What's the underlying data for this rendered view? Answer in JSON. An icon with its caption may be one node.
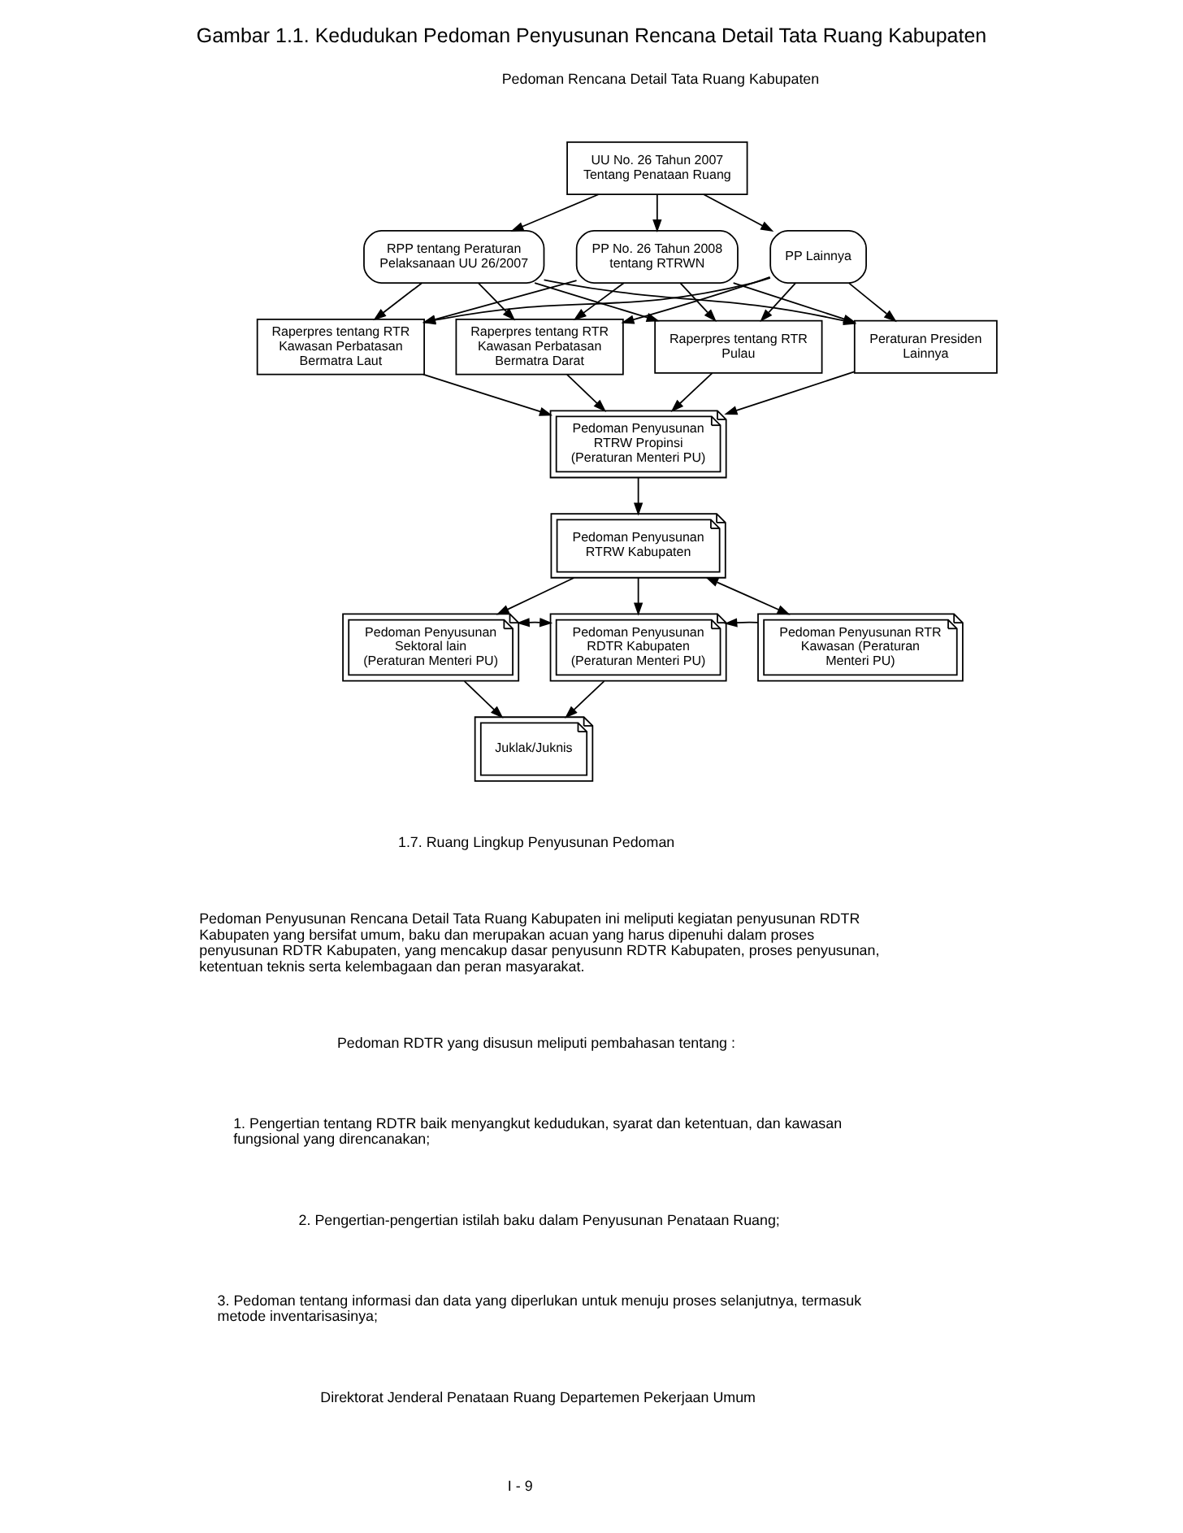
{
  "diagram": {
    "title": "Gambar 1.1. Kedudukan Pedoman Penyusunan Rencana Detail Tata Ruang Kabupaten",
    "nodes": [
      {
        "text": [
          "UU No. 26 Tahun 2007 Tentang Penataan Ruang"
        ]
      },
      {
        "text": [
          "RPP tentang Peraturan Pelaksanaan UU 26/2007"
        ]
      },
      {
        "text": [
          "PP No. 26 Tahun 2008 tentang RTRWN"
        ]
      },
      {
        "text": [
          "PP Lainnya"
        ]
      },
      {
        "text": [
          "Raperpres tentang RTR Kawasan Perbatasan Bermatra Laut"
        ]
      },
      {
        "text": [
          "Raperpres tentang RTR Kawasan Perbatasan Bermatra Darat"
        ]
      },
      {
        "text": [
          "Raperpres tentang RTR Pulau"
        ]
      },
      {
        "text": [
          "Peraturan Presiden Lainnya"
        ]
      },
      {
        "text": [
          "Pedoman Penyusunan RTRW Propinsi (Peraturan Menteri PU)"
        ]
      },
      {
        "text": [
          "Pedoman Penyusunan RTRW Kabupaten"
        ]
      },
      {
        "text": [
          "Pedoman Penyusunan Sektoral lain (Peraturan Menteri PU)"
        ]
      },
      {
        "text": [
          "Pedoman Penyusunan RDTR Kabupaten (Peraturan Menteri PU)"
        ]
      },
      {
        "text": [
          "Pedoman Penyusunan RTR Kawasan (Peraturan Menteri PU)"
        ]
      },
      {
        "text": [
          "Juklak/Juknis"
        ]
      }
    ],
    "edges": [
      {
        "from": 0,
        "to": 1,
        "arrow": "to"
      },
      {
        "from": 0,
        "to": 2,
        "arrow": "to"
      },
      {
        "from": 0,
        "to": 3,
        "arrow": "to"
      },
      {
        "from": 1,
        "to": 4,
        "arrow": "to"
      },
      {
        "from": 1,
        "to": 5,
        "arrow": "to"
      },
      {
        "from": 1,
        "to": 6,
        "arrow": "to"
      },
      {
        "from": 1,
        "to": 7,
        "arrow": "to"
      },
      {
        "from": 2,
        "to": 4,
        "arrow": "to"
      },
      {
        "from": 2,
        "to": 5,
        "arrow": "to"
      },
      {
        "from": 2,
        "to": 6,
        "arrow": "to"
      },
      {
        "from": 2,
        "to": 7,
        "arrow": "to"
      },
      {
        "from": 3,
        "to": 4,
        "arrow": "to"
      },
      {
        "from": 3,
        "to": 5,
        "arrow": "to"
      },
      {
        "from": 3,
        "to": 6,
        "arrow": "to"
      },
      {
        "from": 3,
        "to": 7,
        "arrow": "to"
      },
      {
        "from": 4,
        "to": 8,
        "arrow": "to"
      },
      {
        "from": 5,
        "to": 8,
        "arrow": "to"
      },
      {
        "from": 6,
        "to": 8,
        "arrow": "to"
      },
      {
        "from": 7,
        "to": 8,
        "arrow": "to"
      },
      {
        "from": 8,
        "to": 9,
        "arrow": "to"
      },
      {
        "from": 9,
        "to": 10,
        "arrow": "to"
      },
      {
        "from": 9,
        "to": 11,
        "arrow": "to"
      },
      {
        "from": 9,
        "to": 12,
        "arrow": "both"
      },
      {
        "from": 10,
        "to": 11,
        "arrow": "both"
      },
      {
        "from": 12,
        "to": 11,
        "arrow": "to"
      },
      {
        "from": 11,
        "to": 13,
        "arrow": "to"
      },
      {
        "from": 10,
        "to": 13,
        "arrow": "to"
      }
    ],
    "labels": [
      "Pedoman Rencana Detail Tata Ruang Kabupaten",
      "1.7. Ruang Lingkup Penyusunan Pedoman",
      "Pedoman Penyusunan Rencana Detail Tata Ruang Kabupaten ini meliputi kegiatan penyusunan RDTR Kabupaten yang bersifat umum, baku dan merupakan acuan yang harus dipenuhi dalam proses penyusunan RDTR Kabupaten, yang mencakup dasar penyusunn RDTR Kabupaten, proses penyusunan, ketentuan teknis serta kelembagaan dan peran masyarakat.",
      "Pedoman RDTR yang disusun meliputi pembahasan tentang :",
      "1. Pengertian tentang RDTR baik menyangkut kedudukan, syarat dan ketentuan, dan kawasan fungsional yang direncanakan;",
      "2. Pengertian-pengertian istilah baku dalam Penyusunan Penataan Ruang;",
      "3. Pedoman tentang informasi dan data yang diperlukan untuk menuju proses selanjutnya, termasuk metode inventarisasinya;",
      "Direktorat Jenderal Penataan Ruang Departemen Pekerjaan Umum",
      "I - 9"
    ]
  }
}
